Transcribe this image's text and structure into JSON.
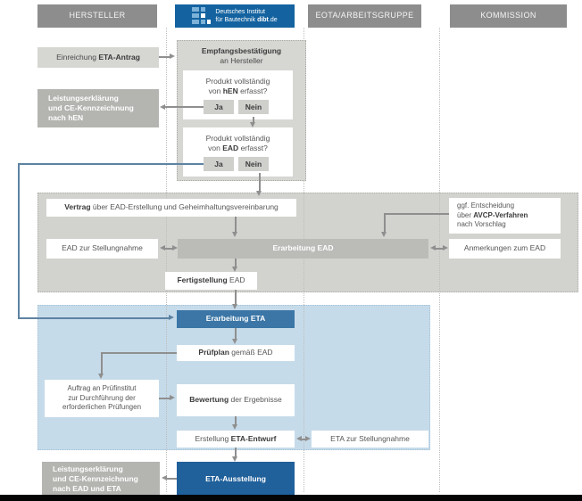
{
  "header": {
    "hersteller": "HERSTELLER",
    "dibt_line1": "Deutsches Institut",
    "dibt_line2_pre": "für Bautechnik ",
    "dibt_line2_bold": "dibt",
    "dibt_line2_post": ".de",
    "eota": "EOTA/ARBEITSGRUPPE",
    "kommission": "KOMMISSION"
  },
  "colors": {
    "header_gray": "#8d8d8d",
    "dibt_blue": "#1463a0",
    "logo_light_blue": "#7cb1d8",
    "light_gray_box": "#d6d6d3",
    "medium_gray_box": "#b4b4b1",
    "gray_band": "#d2d2cf",
    "erarbeitung_ead_box": "#bbbbb8",
    "blue_band": "#c6dbea",
    "erarbeitung_eta_box": "#3b76a6",
    "eta_ausstellung_box": "#20609b",
    "arrow_gray": "#8f8f8f",
    "connector_blue": "#5d83a3",
    "black_bar": "#000000"
  },
  "nodes": {
    "einreichung": {
      "pre": "Einreichung ",
      "bold": "ETA-Antrag"
    },
    "leistung_hen": {
      "line1": "Leistungserklärung",
      "line2": "und CE-Kennzeichnung",
      "line3": "nach hEN"
    },
    "empfang": {
      "bold": "Empfangsbestätigung",
      "line2": "an Hersteller"
    },
    "frage_hen": {
      "line1": "Produkt vollständig",
      "line2_pre": "von ",
      "line2_bold": "hEN",
      "line2_post": " erfasst?",
      "ja": "Ja",
      "nein": "Nein"
    },
    "frage_ead": {
      "line1": "Produkt vollständig",
      "line2_pre": "von ",
      "line2_bold": "EAD",
      "line2_post": " erfasst?",
      "ja": "Ja",
      "nein": "Nein"
    },
    "vertrag": {
      "bold": "Vertrag",
      "rest": " über EAD-Erstellung und Geheimhaltungsvereinbarung"
    },
    "ead_stellungnahme": "EAD zur Stellungnahme",
    "erarbeitung_ead": "Erarbeitung EAD",
    "anmerkungen": "Anmerkungen zum EAD",
    "ggf": {
      "line1": "ggf. Entscheidung",
      "line2_pre": "über ",
      "line2_bold": "AVCP-Verfahren",
      "line3": "nach Vorschlag"
    },
    "fertigstellung": {
      "bold": "Fertigstellung",
      "rest": " EAD"
    },
    "erarbeitung_eta": "Erarbeitung ETA",
    "pruefplan": {
      "bold": "Prüfplan",
      "rest": " gemäß EAD"
    },
    "auftrag": {
      "line1": "Auftrag an Prüfinstitut",
      "line2": "zur Durchführung der",
      "line3": "erforderlichen Prüfungen"
    },
    "bewertung": {
      "bold": "Bewertung",
      "rest": " der Ergebnisse"
    },
    "erstellung": {
      "pre": "Erstellung ",
      "bold": "ETA-Entwurf"
    },
    "eta_stellungnahme": "ETA zur Stellungnahme",
    "eta_ausstellung": "ETA-Ausstellung",
    "leistung_ead_eta": {
      "line1": "Leistungserklärung",
      "line2": "und CE-Kennzeichnung",
      "line3": "nach EAD und ETA"
    }
  }
}
